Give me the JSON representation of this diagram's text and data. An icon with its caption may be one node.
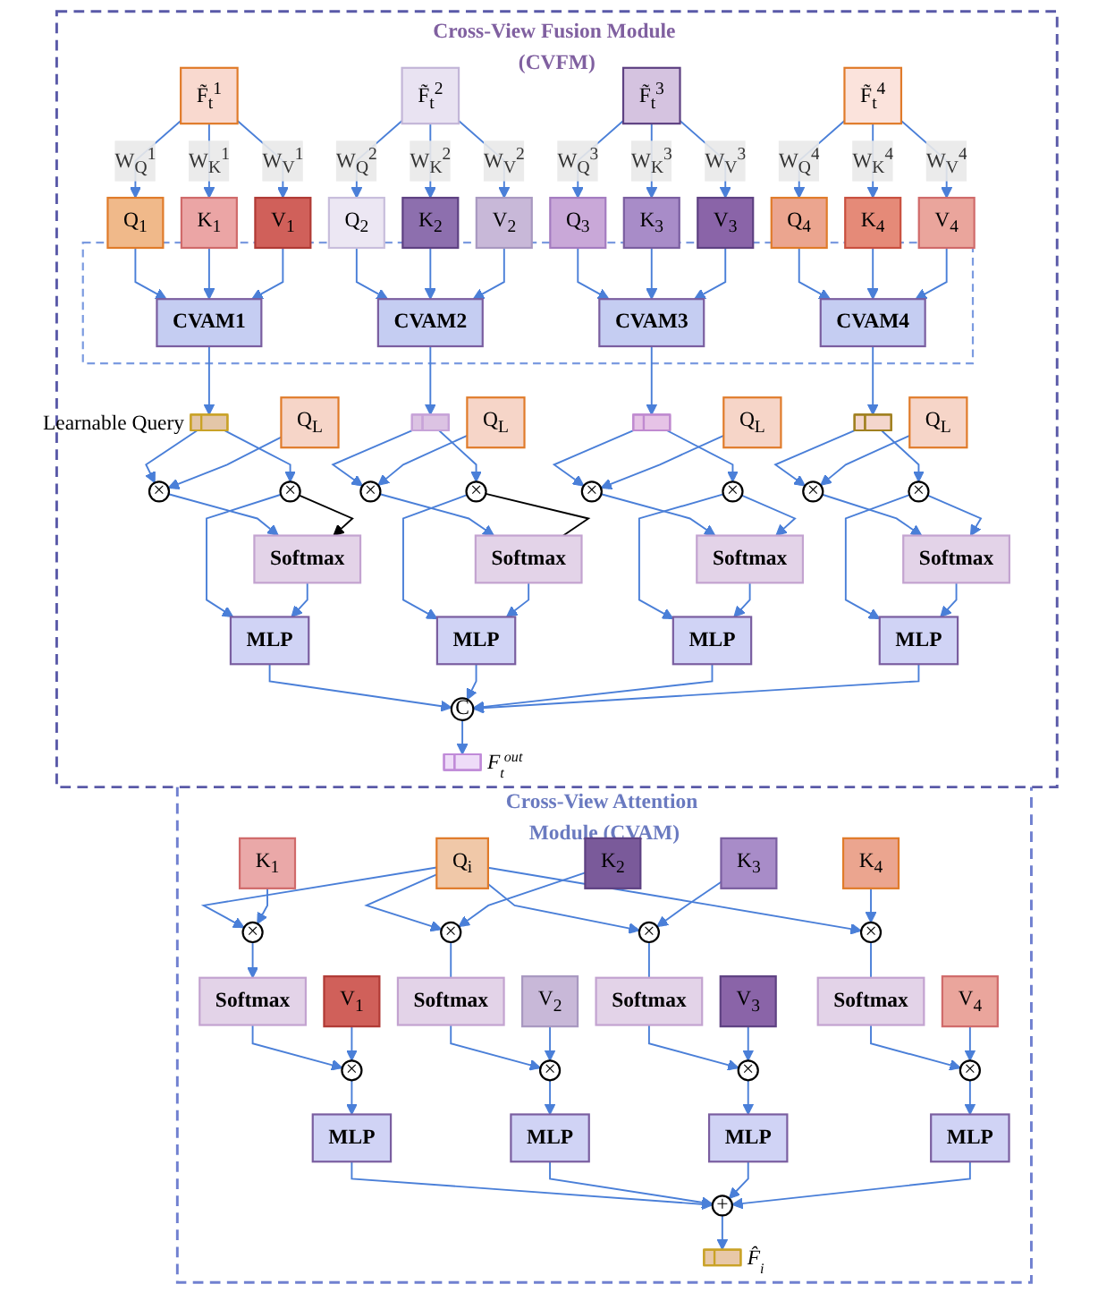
{
  "diagram": {
    "nodes": [
      {
        "text": [
          "Cross-View Fusion Module (CVFM)"
        ]
      },
      {
        "text": [
          "F̃$_{t}$$^{1}$"
        ],
        "in": 0
      },
      {
        "text": [
          "F̃$_{t}$$^{2}$"
        ],
        "in": 0
      },
      {
        "text": [
          "F̃$_{t}$$^{3}$"
        ],
        "in": 0
      },
      {
        "text": [
          "F̃$_{t}$$^{4}$"
        ],
        "in": 0
      },
      {
        "text": [
          "Q$_{1}$"
        ],
        "in": 0
      },
      {
        "text": [
          "K$_{1}$"
        ],
        "in": 0
      },
      {
        "text": [
          "V$_{1}$"
        ],
        "in": 0
      },
      {
        "text": [
          "Q$_{2}$"
        ],
        "in": 0
      },
      {
        "text": [
          "K$_{2}$"
        ],
        "in": 0
      },
      {
        "text": [
          "V$_{2}$"
        ],
        "in": 0
      },
      {
        "text": [
          "Q$_{3}$"
        ],
        "in": 0
      },
      {
        "text": [
          "K$_{3}$"
        ],
        "in": 0
      },
      {
        "text": [
          "V$_{3}$"
        ],
        "in": 0
      },
      {
        "text": [
          "Q$_{4}$"
        ],
        "in": 0
      },
      {
        "text": [
          "K$_{4}$"
        ],
        "in": 0
      },
      {
        "text": [
          "V$_{4}$"
        ],
        "in": 0
      },
      {
        "text": [],
        "shape": "box",
        "in": 0
      },
      {
        "text": [
          "CVAM1"
        ],
        "in": 17
      },
      {
        "text": [
          "CVAM2"
        ],
        "in": 17
      },
      {
        "text": [
          "CVAM3"
        ],
        "in": 17
      },
      {
        "text": [
          "CVAM4"
        ],
        "in": 17
      },
      {
        "text": [],
        "shape": "bar",
        "beside": [
          "Learnable Query"
        ],
        "in": 0
      },
      {
        "text": [],
        "shape": "bar",
        "in": 0
      },
      {
        "text": [],
        "shape": "bar",
        "in": 0
      },
      {
        "text": [],
        "shape": "bar",
        "in": 0
      },
      {
        "text": [
          "Q$_{L}$"
        ],
        "in": 0
      },
      {
        "text": [
          "×"
        ],
        "in": 0
      },
      {
        "text": [
          "Q$_{L}$"
        ],
        "in": 0
      },
      {
        "text": [
          "×"
        ],
        "in": 0
      },
      {
        "text": [
          "Q$_{L}$"
        ],
        "in": 0
      },
      {
        "text": [
          "×"
        ],
        "in": 0
      },
      {
        "text": [
          "Q$_{L}$"
        ],
        "in": 0
      },
      {
        "text": [
          "×"
        ],
        "in": 0
      },
      {
        "text": [
          "Softmax"
        ],
        "in": 0
      },
      {
        "text": [
          "×"
        ],
        "in": 0
      },
      {
        "text": [
          "Softmax"
        ],
        "in": 0
      },
      {
        "text": [
          "×"
        ],
        "in": 0
      },
      {
        "text": [
          "Softmax"
        ],
        "in": 0
      },
      {
        "text": [
          "×"
        ],
        "in": 0
      },
      {
        "text": [
          "Softmax"
        ],
        "in": 0
      },
      {
        "text": [
          "×"
        ],
        "in": 0
      },
      {
        "text": [
          "MLP"
        ],
        "in": 0
      },
      {
        "text": [
          "MLP"
        ],
        "in": 0
      },
      {
        "text": [
          "MLP"
        ],
        "in": 0
      },
      {
        "text": [
          "MLP"
        ],
        "in": 0
      },
      {
        "text": [
          "C"
        ],
        "in": 0
      },
      {
        "text": [],
        "shape": "bar",
        "beside": [
          "F$_{t}$$^{out}$"
        ],
        "in": 0
      },
      {
        "text": [
          "Cross-View Attention Module (CVAM)"
        ]
      },
      {
        "text": [
          "Q$_{i}$"
        ],
        "in": 48
      },
      {
        "text": [
          "K$_{1}$"
        ],
        "in": 48
      },
      {
        "text": [
          "V$_{1}$"
        ],
        "in": 48
      },
      {
        "text": [
          "K$_{2}$"
        ],
        "in": 48
      },
      {
        "text": [
          "V$_{2}$"
        ],
        "in": 48
      },
      {
        "text": [
          "K$_{3}$"
        ],
        "in": 48
      },
      {
        "text": [
          "V$_{3}$"
        ],
        "in": 48
      },
      {
        "text": [
          "K$_{4}$"
        ],
        "in": 48
      },
      {
        "text": [
          "V$_{4}$"
        ],
        "in": 48
      },
      {
        "text": [
          "×"
        ],
        "in": 48
      },
      {
        "text": [
          "×"
        ],
        "in": 48
      },
      {
        "text": [
          "×"
        ],
        "in": 48
      },
      {
        "text": [
          "×"
        ],
        "in": 48
      },
      {
        "text": [
          "Softmax"
        ],
        "in": 48
      },
      {
        "text": [
          "Softmax"
        ],
        "in": 48
      },
      {
        "text": [
          "Softmax"
        ],
        "in": 48
      },
      {
        "text": [
          "Softmax"
        ],
        "in": 48
      },
      {
        "text": [
          "×"
        ],
        "in": 48
      },
      {
        "text": [
          "×"
        ],
        "in": 48
      },
      {
        "text": [
          "×"
        ],
        "in": 48
      },
      {
        "text": [
          "×"
        ],
        "in": 48
      },
      {
        "text": [
          "MLP"
        ],
        "in": 48
      },
      {
        "text": [
          "MLP"
        ],
        "in": 48
      },
      {
        "text": [
          "MLP"
        ],
        "in": 48
      },
      {
        "text": [
          "MLP"
        ],
        "in": 48
      },
      {
        "text": [
          "+"
        ],
        "in": 48
      },
      {
        "text": [],
        "shape": "bar",
        "beside": [
          "F̂$_{i}$"
        ],
        "in": 48
      }
    ],
    "edges": [
      {
        "from": 1,
        "to": 5,
        "arrow": "to",
        "label": "W$_{Q}$$^{1}$"
      },
      {
        "from": 1,
        "to": 6,
        "arrow": "to",
        "label": "W$_{K}$$^{1}$"
      },
      {
        "from": 1,
        "to": 7,
        "arrow": "to",
        "label": "W$_{V}$$^{1}$"
      },
      {
        "from": 5,
        "to": 18,
        "arrow": "to"
      },
      {
        "from": 6,
        "to": 18,
        "arrow": "to"
      },
      {
        "from": 7,
        "to": 18,
        "arrow": "to"
      },
      {
        "from": 18,
        "to": 22,
        "arrow": "to"
      },
      {
        "from": 22,
        "to": 27,
        "arrow": "to"
      },
      {
        "from": 22,
        "to": 35,
        "arrow": "to"
      },
      {
        "from": 26,
        "to": 27,
        "arrow": "to"
      },
      {
        "from": 27,
        "to": 34,
        "arrow": "to"
      },
      {
        "from": 35,
        "to": 34,
        "arrow": "to",
        "color": "#000000"
      },
      {
        "from": 35,
        "to": 42,
        "arrow": "to"
      },
      {
        "from": 34,
        "to": 42,
        "arrow": "to"
      },
      {
        "from": 42,
        "to": 46,
        "arrow": "to"
      },
      {
        "from": 2,
        "to": 8,
        "arrow": "to",
        "label": "W$_{Q}$$^{2}$"
      },
      {
        "from": 2,
        "to": 9,
        "arrow": "to",
        "label": "W$_{K}$$^{2}$"
      },
      {
        "from": 2,
        "to": 10,
        "arrow": "to",
        "label": "W$_{V}$$^{2}$"
      },
      {
        "from": 8,
        "to": 19,
        "arrow": "to"
      },
      {
        "from": 9,
        "to": 19,
        "arrow": "to"
      },
      {
        "from": 10,
        "to": 19,
        "arrow": "to"
      },
      {
        "from": 19,
        "to": 23,
        "arrow": "to"
      },
      {
        "from": 23,
        "to": 29,
        "arrow": "to"
      },
      {
        "from": 23,
        "to": 37,
        "arrow": "to"
      },
      {
        "from": 28,
        "to": 29,
        "arrow": "to"
      },
      {
        "from": 29,
        "to": 36,
        "arrow": "to"
      },
      {
        "from": 37,
        "to": 36,
        "arrow": "none",
        "color": "#000000"
      },
      {
        "from": 37,
        "to": 43,
        "arrow": "to"
      },
      {
        "from": 36,
        "to": 43,
        "arrow": "to"
      },
      {
        "from": 43,
        "to": 46,
        "arrow": "to"
      },
      {
        "from": 3,
        "to": 11,
        "arrow": "to",
        "label": "W$_{Q}$$^{3}$"
      },
      {
        "from": 3,
        "to": 12,
        "arrow": "to",
        "label": "W$_{K}$$^{3}$"
      },
      {
        "from": 3,
        "to": 13,
        "arrow": "to",
        "label": "W$_{V}$$^{3}$"
      },
      {
        "from": 11,
        "to": 20,
        "arrow": "to"
      },
      {
        "from": 12,
        "to": 20,
        "arrow": "to"
      },
      {
        "from": 13,
        "to": 20,
        "arrow": "to"
      },
      {
        "from": 20,
        "to": 24,
        "arrow": "to"
      },
      {
        "from": 24,
        "to": 31,
        "arrow": "to"
      },
      {
        "from": 24,
        "to": 39,
        "arrow": "to"
      },
      {
        "from": 30,
        "to": 31,
        "arrow": "to"
      },
      {
        "from": 31,
        "to": 38,
        "arrow": "to"
      },
      {
        "from": 39,
        "to": 38,
        "arrow": "to"
      },
      {
        "from": 39,
        "to": 44,
        "arrow": "to"
      },
      {
        "from": 38,
        "to": 44,
        "arrow": "to"
      },
      {
        "from": 44,
        "to": 46,
        "arrow": "to"
      },
      {
        "from": 4,
        "to": 14,
        "arrow": "to",
        "label": "W$_{Q}$$^{4}$"
      },
      {
        "from": 4,
        "to": 15,
        "arrow": "to",
        "label": "W$_{K}$$^{4}$"
      },
      {
        "from": 4,
        "to": 16,
        "arrow": "to",
        "label": "W$_{V}$$^{4}$"
      },
      {
        "from": 14,
        "to": 21,
        "arrow": "to"
      },
      {
        "from": 15,
        "to": 21,
        "arrow": "to"
      },
      {
        "from": 16,
        "to": 21,
        "arrow": "to"
      },
      {
        "from": 21,
        "to": 25,
        "arrow": "to"
      },
      {
        "from": 25,
        "to": 33,
        "arrow": "to"
      },
      {
        "from": 25,
        "to": 41,
        "arrow": "to"
      },
      {
        "from": 32,
        "to": 33,
        "arrow": "to"
      },
      {
        "from": 33,
        "to": 40,
        "arrow": "to"
      },
      {
        "from": 41,
        "to": 40,
        "arrow": "to"
      },
      {
        "from": 41,
        "to": 45,
        "arrow": "to"
      },
      {
        "from": 40,
        "to": 45,
        "arrow": "to"
      },
      {
        "from": 45,
        "to": 46,
        "arrow": "to"
      },
      {
        "from": 46,
        "to": 47,
        "arrow": "to"
      },
      {
        "from": 49,
        "to": 58,
        "arrow": "to"
      },
      {
        "from": 50,
        "to": 58,
        "arrow": "to"
      },
      {
        "from": 58,
        "to": 62,
        "arrow": "to"
      },
      {
        "from": 62,
        "to": 66,
        "arrow": "to"
      },
      {
        "from": 51,
        "to": 66,
        "arrow": "to"
      },
      {
        "from": 66,
        "to": 70,
        "arrow": "to"
      },
      {
        "from": 70,
        "to": 74,
        "arrow": "to"
      },
      {
        "from": 49,
        "to": 59,
        "arrow": "to"
      },
      {
        "from": 52,
        "to": 59,
        "arrow": "to"
      },
      {
        "from": 59,
        "to": 63,
        "arrow": "none"
      },
      {
        "from": 63,
        "to": 67,
        "arrow": "to"
      },
      {
        "from": 53,
        "to": 67,
        "arrow": "to"
      },
      {
        "from": 67,
        "to": 71,
        "arrow": "to"
      },
      {
        "from": 71,
        "to": 74,
        "arrow": "to"
      },
      {
        "from": 49,
        "to": 60,
        "arrow": "to"
      },
      {
        "from": 54,
        "to": 60,
        "arrow": "to"
      },
      {
        "from": 60,
        "to": 64,
        "arrow": "none"
      },
      {
        "from": 64,
        "to": 68,
        "arrow": "to"
      },
      {
        "from": 55,
        "to": 68,
        "arrow": "to"
      },
      {
        "from": 68,
        "to": 72,
        "arrow": "to"
      },
      {
        "from": 72,
        "to": 74,
        "arrow": "to"
      },
      {
        "from": 49,
        "to": 61,
        "arrow": "to"
      },
      {
        "from": 56,
        "to": 61,
        "arrow": "to"
      },
      {
        "from": 61,
        "to": 65,
        "arrow": "none"
      },
      {
        "from": 65,
        "to": 69,
        "arrow": "to"
      },
      {
        "from": 57,
        "to": 69,
        "arrow": "to"
      },
      {
        "from": 69,
        "to": 73,
        "arrow": "to"
      },
      {
        "from": 73,
        "to": 74,
        "arrow": "to"
      },
      {
        "from": 74,
        "to": 75,
        "arrow": "to"
      }
    ]
  }
}
